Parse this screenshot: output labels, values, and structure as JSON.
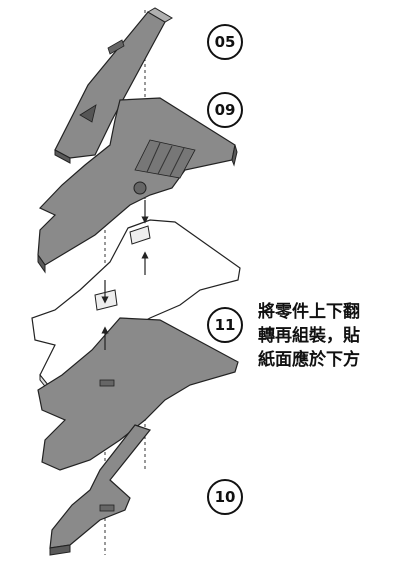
{
  "parts": {
    "part_05": "05",
    "part_09": "09",
    "part_11": "11",
    "part_10": "10"
  },
  "instruction": {
    "line1": "將零件上下翻",
    "line2": "轉再組裝，貼",
    "line3": "紙面應於下方"
  },
  "colors": {
    "grey_part": "#8a8a8a",
    "grey_edge": "#5a5a5a",
    "white_part": "#ffffff",
    "outline": "#222222"
  }
}
